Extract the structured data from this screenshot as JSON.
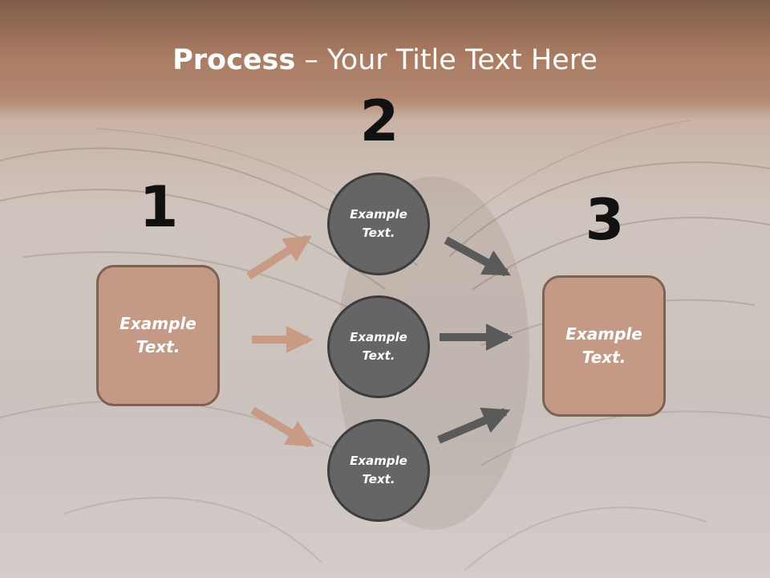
{
  "title": {
    "bold": "Process",
    "rest": " – Your Title Text Here"
  },
  "steps": [
    {
      "number": "1",
      "line1": "Example",
      "line2": "Text."
    },
    {
      "number": "2",
      "items": [
        {
          "line1": "Example",
          "line2": "Text."
        },
        {
          "line1": "Example",
          "line2": "Text."
        },
        {
          "line1": "Example",
          "line2": "Text."
        }
      ]
    },
    {
      "number": "3",
      "line1": "Example",
      "line2": "Text."
    }
  ],
  "colors": {
    "box_fill": "#c49a86",
    "box_border": "#7d6152",
    "circle_fill": "#656565",
    "circle_border": "#3d3d3d",
    "arrow_left": "#c99a84",
    "arrow_right": "#5a5a5a"
  }
}
